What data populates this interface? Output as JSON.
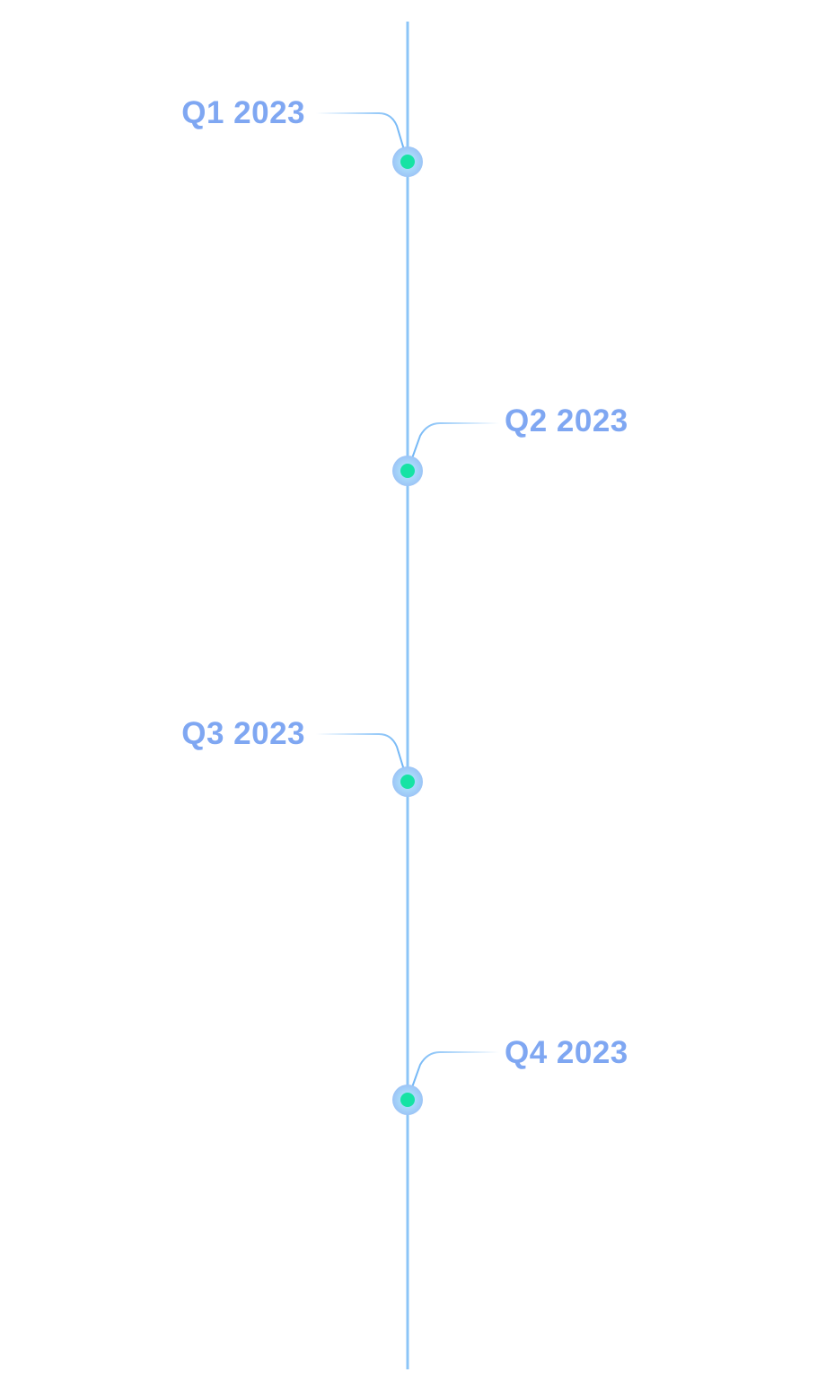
{
  "colors": {
    "axis_line": "#8cc5f7",
    "label_text": "#7fa7f2",
    "connector": "#67b1f5",
    "node_halo": "#a9cdf8",
    "node_core": "#16e3a4"
  },
  "timeline": {
    "milestones": [
      {
        "label": "Q1 2023",
        "side": "left"
      },
      {
        "label": "Q2 2023",
        "side": "right"
      },
      {
        "label": "Q3 2023",
        "side": "left"
      },
      {
        "label": "Q4 2023",
        "side": "right"
      }
    ]
  }
}
